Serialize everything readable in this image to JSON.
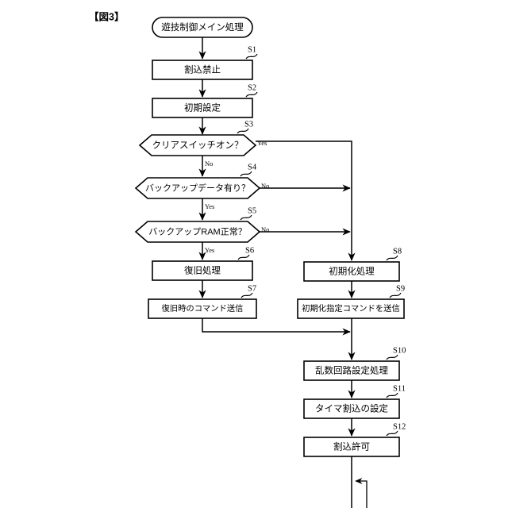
{
  "figure": {
    "caption": "【図3】",
    "title_terminal": "遊技制御メイン処理"
  },
  "nodes": {
    "start": {
      "label": "遊技制御メイン処理",
      "shape": "terminal"
    },
    "s1": {
      "step": "S1",
      "label": "割込禁止",
      "shape": "process"
    },
    "s2": {
      "step": "S2",
      "label": "初期設定",
      "shape": "process"
    },
    "s3": {
      "step": "S3",
      "label": "クリアスイッチオン？",
      "shape": "decision"
    },
    "s4": {
      "step": "S4",
      "label": "バックアップデータ有り？",
      "shape": "decision"
    },
    "s5": {
      "step": "S5",
      "label": "バックアップRAM正常？",
      "shape": "decision"
    },
    "s6": {
      "step": "S6",
      "label": "復旧処理",
      "shape": "process"
    },
    "s7": {
      "step": "S7",
      "label": "復旧時のコマンド送信",
      "shape": "process"
    },
    "s8": {
      "step": "S8",
      "label": "初期化処理",
      "shape": "process"
    },
    "s9": {
      "step": "S9",
      "label": "初期化指定コマンドを送信",
      "shape": "process"
    },
    "s10": {
      "step": "S10",
      "label": "乱数回路設定処理",
      "shape": "process"
    },
    "s11": {
      "step": "S11",
      "label": "タイマ割込の設定",
      "shape": "process"
    },
    "s12": {
      "step": "S12",
      "label": "割込許可",
      "shape": "process"
    }
  },
  "branches": {
    "s3_yes": "Yes",
    "s3_no": "No",
    "s4_no": "No",
    "s4_yes": "Yes",
    "s5_no": "No",
    "s5_yes": "Yes"
  },
  "colors": {
    "line": "#000000",
    "fill": "#ffffff",
    "background": "#ffffff"
  }
}
